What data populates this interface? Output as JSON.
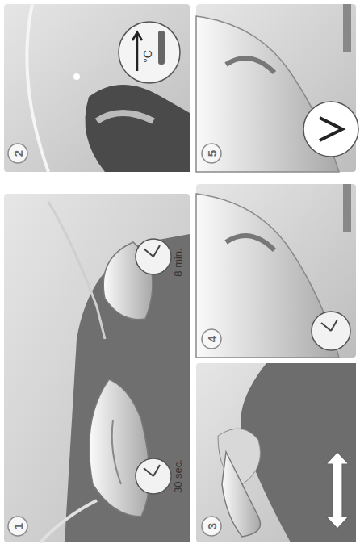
{
  "diagram": {
    "labels": [
      "1",
      "30 sec.",
      "8 min.",
      "2",
      "°C",
      "3",
      "4",
      "5"
    ]
  }
}
